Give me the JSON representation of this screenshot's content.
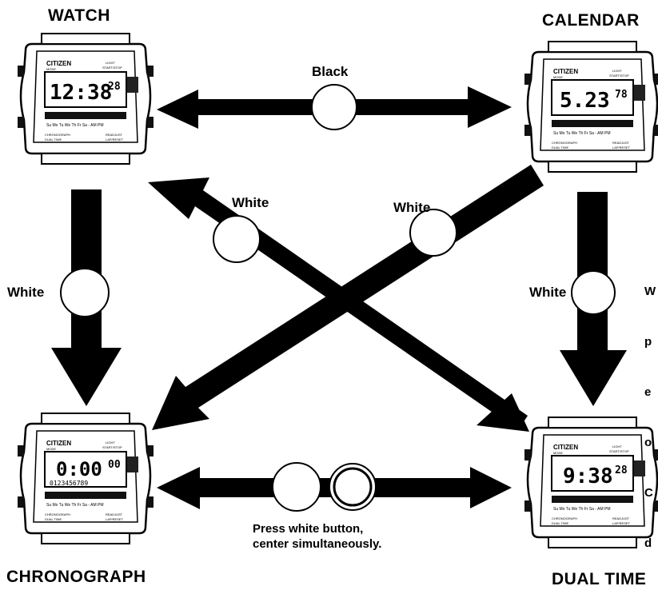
{
  "modes": {
    "watch": {
      "title": "WATCH",
      "time": "12:38",
      "seconds": "28"
    },
    "calendar": {
      "title": "CALENDAR",
      "date": "5.23",
      "day": "78"
    },
    "chronograph": {
      "title": "CHRONOGRAPH",
      "time": "0:00",
      "hundredths": "00",
      "digits": "0123456789"
    },
    "dual_time": {
      "title": "DUAL TIME",
      "time": "9:38",
      "seconds": "28"
    }
  },
  "watch_face": {
    "brand": "CITIZEN",
    "mode_label": "MODE",
    "light_label": "LIGHT",
    "start_stop_label": "START/STOP",
    "days": "Su Mo Tu We Th Fr Sa - AM PM",
    "chronograph_label": "CHRONOGRAPH",
    "dual_time_label": "DUAL TIME",
    "readjust_label": "READJUST",
    "lap_reset_label": "LAP/RESET"
  },
  "transitions": [
    {
      "from": "watch",
      "to": "calendar",
      "button": "Black"
    },
    {
      "from": "dual_time",
      "to": "watch",
      "button": "White"
    },
    {
      "from": "calendar",
      "to": "chronograph",
      "button": "White"
    },
    {
      "from": "watch",
      "to": "chronograph",
      "button": "White"
    },
    {
      "from": "calendar",
      "to": "dual_time",
      "button": "White"
    }
  ],
  "bottom_caption": {
    "line1": "Press white button,",
    "line2": "center simultaneously."
  },
  "side_note": {
    "lines": [
      "W",
      "p",
      "e",
      "o",
      "C",
      "d"
    ]
  }
}
